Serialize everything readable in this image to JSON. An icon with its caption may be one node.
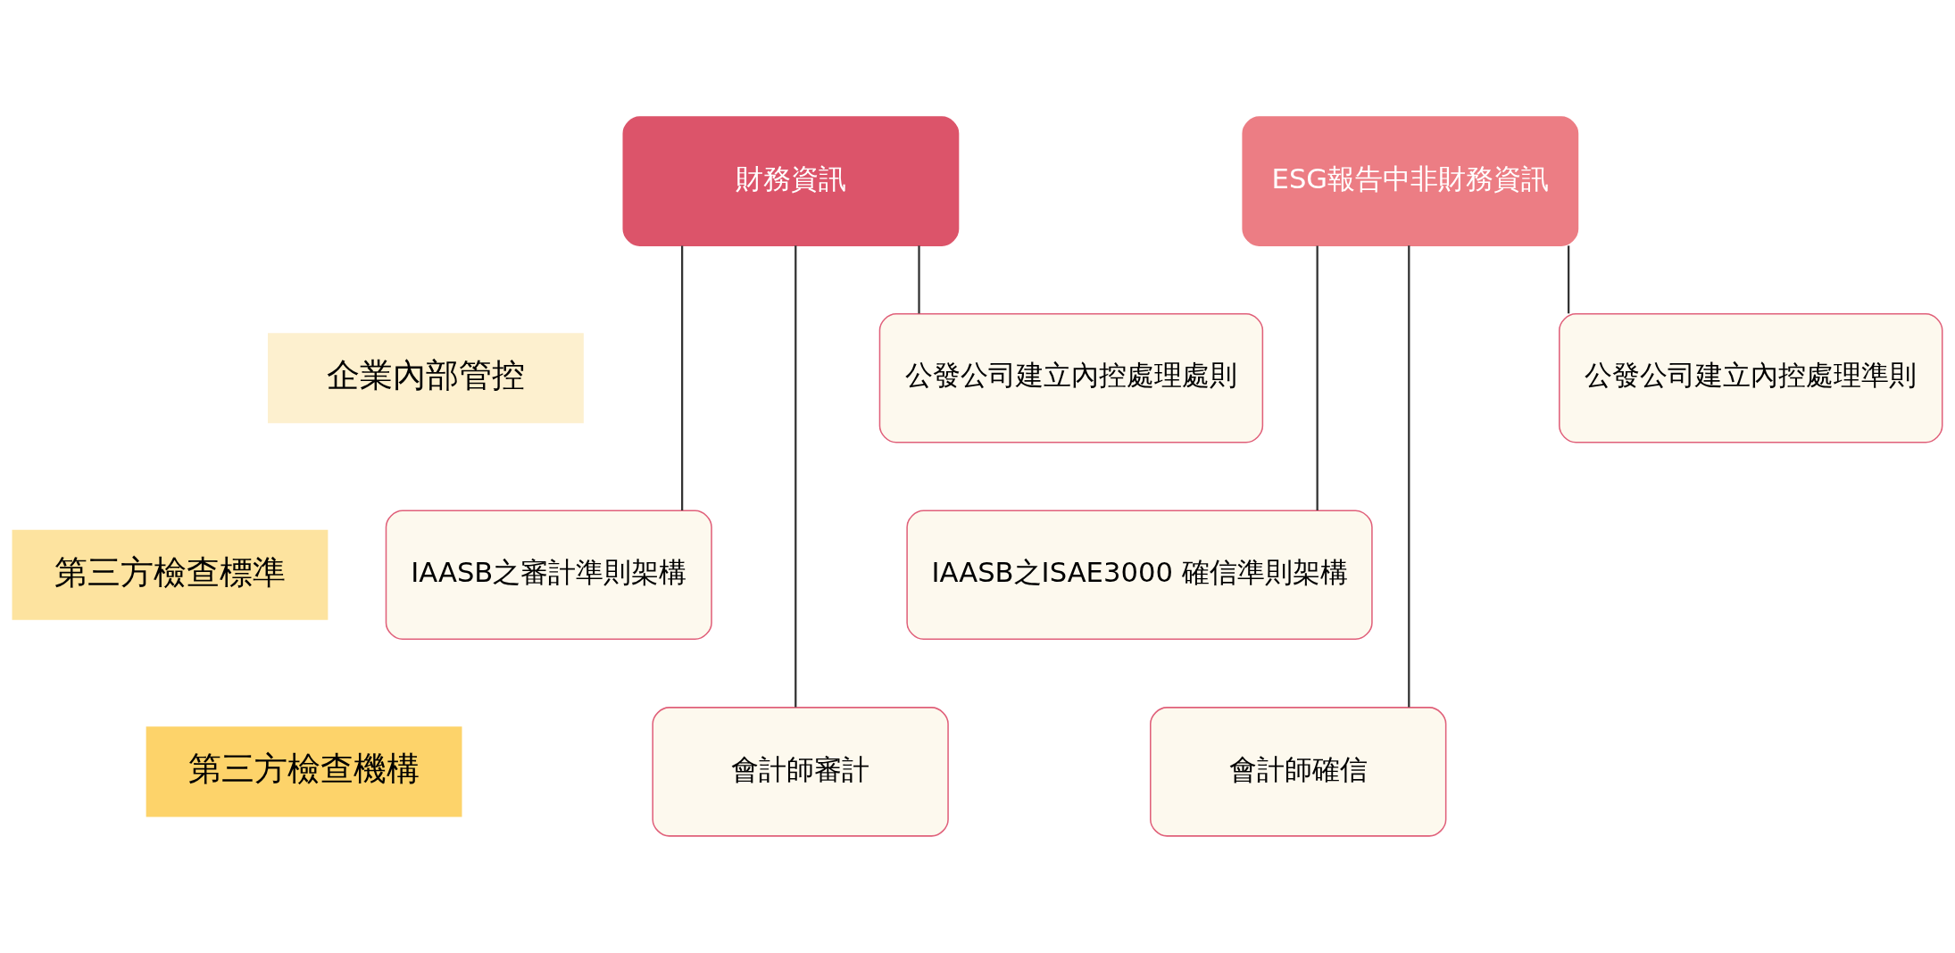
{
  "diagram": {
    "nodes": [
      {
        "text": [
          "財務資訊"
        ]
      },
      {
        "text": [
          "ESG報告中非財務資訊"
        ]
      },
      {
        "text": [
          "企業內部管控"
        ]
      },
      {
        "text": [
          "公發公司建立內控處理處則"
        ]
      },
      {
        "text": [
          "公發公司建立內控處理準則"
        ]
      },
      {
        "text": [
          "第三方檢查標準"
        ]
      },
      {
        "text": [
          "IAASB之審計準則架構"
        ]
      },
      {
        "text": [
          "IAASB之ISAE3000 確信準則架構"
        ]
      },
      {
        "text": [
          "第三方檢查機構"
        ]
      },
      {
        "text": [
          "會計師審計"
        ]
      },
      {
        "text": [
          "會計師確信"
        ]
      }
    ],
    "edges": [
      {
        "from": 0,
        "to": 3,
        "arrow": "none"
      },
      {
        "from": 0,
        "to": 6,
        "arrow": "none"
      },
      {
        "from": 0,
        "to": 9,
        "arrow": "none"
      },
      {
        "from": 1,
        "to": 4,
        "arrow": "none"
      },
      {
        "from": 1,
        "to": 7,
        "arrow": "none"
      },
      {
        "from": 1,
        "to": 10,
        "arrow": "none"
      }
    ]
  }
}
